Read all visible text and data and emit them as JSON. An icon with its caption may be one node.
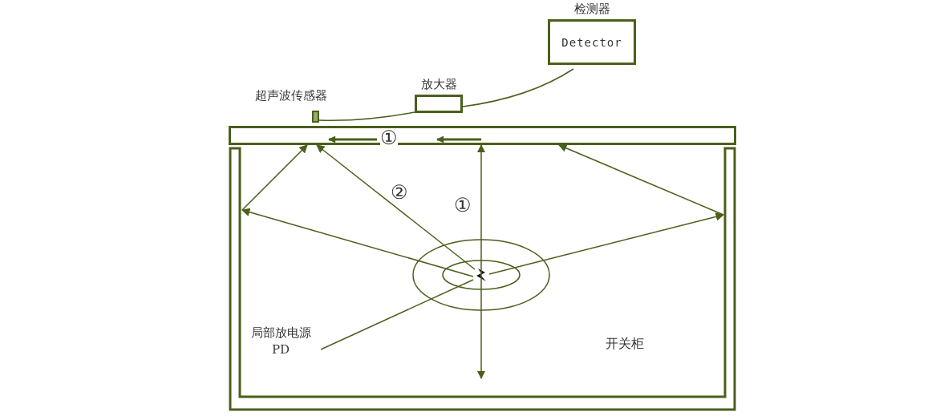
{
  "diagram": {
    "nodes": [
      {
        "text": [
          "检测器",
          "Detector"
        ]
      },
      {
        "text": [
          "放大器"
        ]
      },
      {
        "text": [
          "超声波传感器"
        ]
      },
      {
        "text": [],
        "shape": "bar"
      },
      {
        "text": [
          "开关柜"
        ]
      },
      {
        "text": [
          "局部放电源 PD"
        ]
      },
      {
        "text": [],
        "shape": "picture"
      }
    ],
    "edges": [
      {
        "from": 2,
        "to": 1,
        "arrow": "none"
      },
      {
        "from": 1,
        "to": 0,
        "arrow": "none"
      },
      {
        "from": 6,
        "to": 4,
        "arrow": "to"
      },
      {
        "from": 4,
        "to": 3,
        "arrow": "to"
      },
      {
        "from": 6,
        "to": 4,
        "arrow": "to"
      },
      {
        "from": 4,
        "to": 3,
        "arrow": "to"
      },
      {
        "from": 6,
        "to": 3,
        "arrow": "to"
      },
      {
        "from": 3,
        "to": 4,
        "arrow": "both"
      },
      {
        "from": 5,
        "to": 6,
        "arrow": "none"
      }
    ],
    "labels": [
      "①",
      "②",
      "①"
    ]
  }
}
